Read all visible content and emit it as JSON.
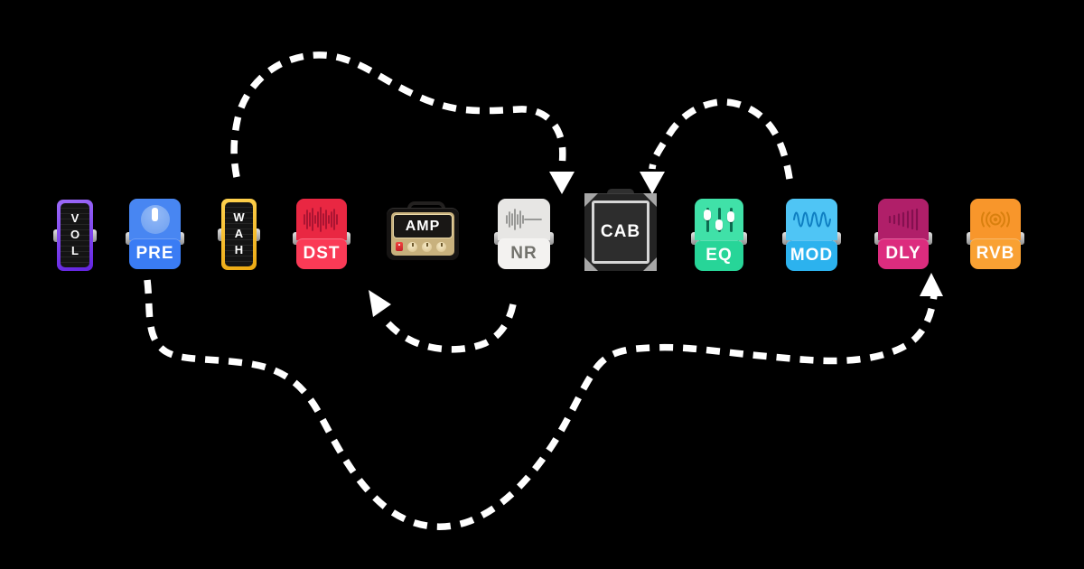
{
  "background": "#000000",
  "chain": {
    "pedals": [
      {
        "id": "volume",
        "label": "VOL",
        "kind": "expression-pedal",
        "icon": "treadle-icon",
        "accent": "#7b3ff2"
      },
      {
        "id": "preamp",
        "label": "PRE",
        "kind": "stompbox",
        "icon": "knob-icon",
        "accent": "#3f82f4"
      },
      {
        "id": "wah",
        "label": "WAH",
        "kind": "expression-pedal",
        "icon": "treadle-icon",
        "accent": "#f8c937"
      },
      {
        "id": "distortion",
        "label": "DST",
        "kind": "stompbox",
        "icon": "distortion-waveform-icon",
        "accent": "#f02e4a"
      },
      {
        "id": "amplifier",
        "label": "AMP",
        "kind": "amp-head",
        "icon": "amp-knobs-icon",
        "accent": "#c8b17d"
      },
      {
        "id": "noise-reduction",
        "label": "NR",
        "kind": "stompbox",
        "icon": "gate-waveform-icon",
        "accent": "#e9e8e6",
        "label_color": "#72726c"
      },
      {
        "id": "cabinet",
        "label": "CAB",
        "kind": "speaker-cabinet",
        "icon": "grille-icon",
        "accent": "#2d2d2d"
      },
      {
        "id": "equalizer",
        "label": "EQ",
        "kind": "stompbox",
        "icon": "sliders-icon",
        "accent": "#31d99e"
      },
      {
        "id": "modulation",
        "label": "MOD",
        "kind": "stompbox",
        "icon": "sine-wave-icon",
        "accent": "#3fbcf2"
      },
      {
        "id": "delay",
        "label": "DLY",
        "kind": "stompbox",
        "icon": "echo-bars-icon",
        "accent": "#d22a79"
      },
      {
        "id": "reverb",
        "label": "RVB",
        "kind": "stompbox",
        "icon": "reverb-arcs-icon",
        "accent": "#f8992f"
      }
    ],
    "arrows": {
      "color": "#ffffff",
      "style": "dashed",
      "items": [
        {
          "id": "loop-from-wah-into-nr"
        },
        {
          "id": "loop-into-cab"
        },
        {
          "id": "loop-from-pre-into-dly"
        },
        {
          "id": "loop-from-nr-into-dst"
        }
      ]
    }
  }
}
